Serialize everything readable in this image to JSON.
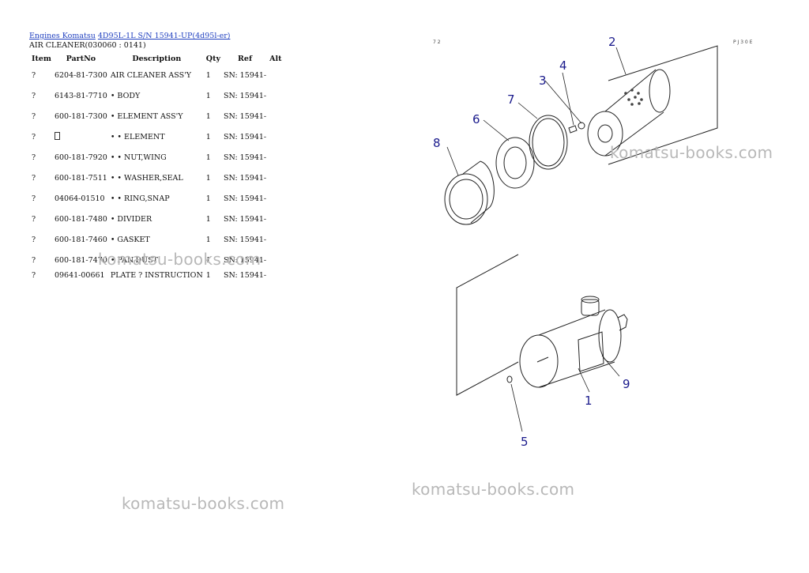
{
  "breadcrumb": {
    "link1": "Engines Komatsu",
    "link2": "4D95L-1L S/N 15941-UP(4d95l-er)"
  },
  "subtitle": "AIR CLEANER(030060 : 0141)",
  "table": {
    "headers": [
      "Item",
      "PartNo",
      "Description",
      "Qty",
      "Ref",
      "Alt"
    ],
    "rows": [
      {
        "item": "?",
        "part": "6204-81-7300",
        "desc": "AIR CLEANER ASS'Y",
        "qty": "1",
        "ref": "SN: 15941-"
      },
      {
        "item": "?",
        "part": "6143-81-7710",
        "desc": "• BODY",
        "qty": "1",
        "ref": "SN: 15941-"
      },
      {
        "item": "?",
        "part": "600-181-7300",
        "desc": "• ELEMENT ASS'Y",
        "qty": "1",
        "ref": "SN: 15941-"
      },
      {
        "item": "?",
        "part": "",
        "desc": "• • ELEMENT",
        "qty": "1",
        "ref": "SN: 15941-"
      },
      {
        "item": "?",
        "part": "600-181-7920",
        "desc": "• • NUT,WING",
        "qty": "1",
        "ref": "SN: 15941-"
      },
      {
        "item": "?",
        "part": "600-181-7511",
        "desc": "• • WASHER,SEAL",
        "qty": "1",
        "ref": "SN: 15941-"
      },
      {
        "item": "?",
        "part": "04064-01510",
        "desc": "• • RING,SNAP",
        "qty": "1",
        "ref": "SN: 15941-"
      },
      {
        "item": "?",
        "part": "600-181-7480",
        "desc": "• DIVIDER",
        "qty": "1",
        "ref": "SN: 15941-"
      },
      {
        "item": "?",
        "part": "600-181-7460",
        "desc": "• GASKET",
        "qty": "1",
        "ref": "SN: 15941-"
      },
      {
        "item": "?",
        "part": "600-181-7470",
        "desc": "• PAN,DUST",
        "qty": "1",
        "ref": "SN: 15941-"
      },
      {
        "item": "?",
        "part": "09641-00661",
        "desc": "PLATE ? INSTRUCTION",
        "qty": "1",
        "ref": "SN: 15941-"
      }
    ]
  },
  "diagram": {
    "page_tag": "7 2",
    "code_tag": "P J 3 0 E",
    "callouts": [
      "1",
      "2",
      "3",
      "4",
      "5",
      "6",
      "7",
      "8",
      "9"
    ]
  },
  "watermarks": [
    "komatsu-books.com",
    "komatsu-books.com",
    "komatsu-books.com",
    "komatsu-books.com"
  ]
}
